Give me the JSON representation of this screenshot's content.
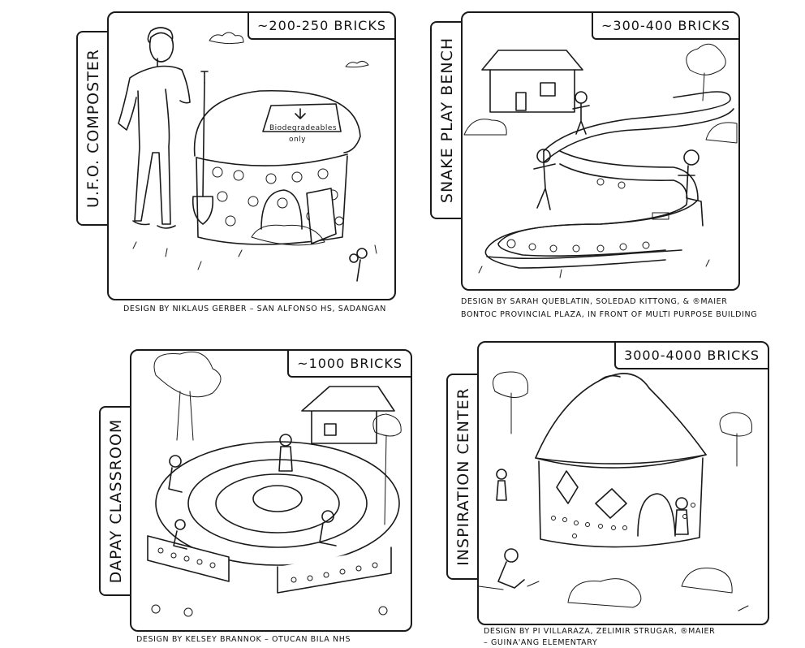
{
  "panels": [
    {
      "title": "U.F.O. Composter",
      "bricks": "~200-250 Bricks",
      "sign_text": [
        "Biodegradeables",
        "only"
      ],
      "credit_lines": [
        "Design by Niklaus Gerber – San Alfonso HS, Sadangan"
      ]
    },
    {
      "title": "Snake Play Bench",
      "bricks": "~300-400 Bricks",
      "credit_lines": [
        "Design by Sarah Queblatin, Soledad Kittong, & ®Maier",
        "Bontoc Provincial Plaza, in front of Multi Purpose Building"
      ]
    },
    {
      "title": "Dapay Classroom",
      "bricks": "~1000 Bricks",
      "credit_lines": [
        "Design by Kelsey Brannok – Otucan Bila NHS"
      ]
    },
    {
      "title": "Inspiration Center",
      "bricks": "3000-4000 Bricks",
      "credit_lines": [
        "Design by Pi Villaraza, Zelimir Strugar, ®Maier",
        "– Guina'ang Elementary"
      ]
    }
  ]
}
